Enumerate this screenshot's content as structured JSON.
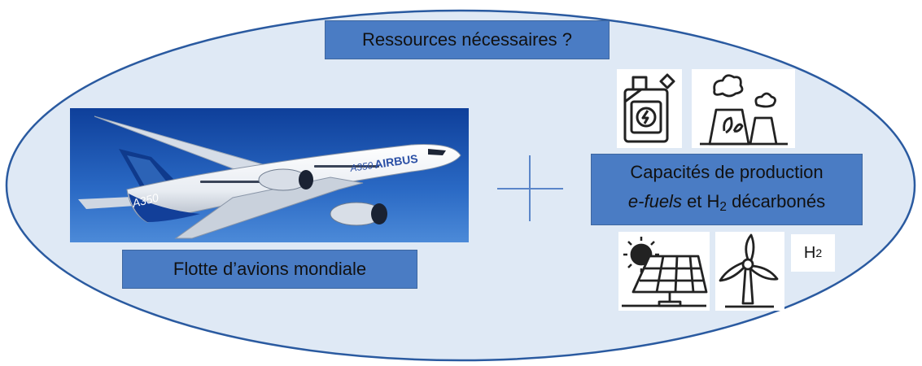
{
  "resources_label": "Ressources nécessaires ?",
  "fleet_label": "Flotte d’avions mondiale",
  "production_label": {
    "line1": "Capacités de production",
    "line2_italic": "e-fuels",
    "line2_mid": " et H",
    "line2_sub": "2",
    "line2_end": " décarbonés"
  },
  "h2_tile": {
    "main": "H",
    "sub": "2"
  },
  "aircraft_livery": {
    "tail": "A350",
    "fuselage_brand": "AIRBUS",
    "fuselage_model": "A350"
  },
  "icons": [
    "jerrycan-electric-icon",
    "power-plant-leaf-icon",
    "solar-panel-icon",
    "wind-turbine-icon"
  ],
  "colors": {
    "ellipse_fill": "#dfe9f5",
    "ellipse_stroke": "#2a5aa0",
    "box_fill": "#4a7cc4",
    "sky": "#1a4fa8"
  }
}
